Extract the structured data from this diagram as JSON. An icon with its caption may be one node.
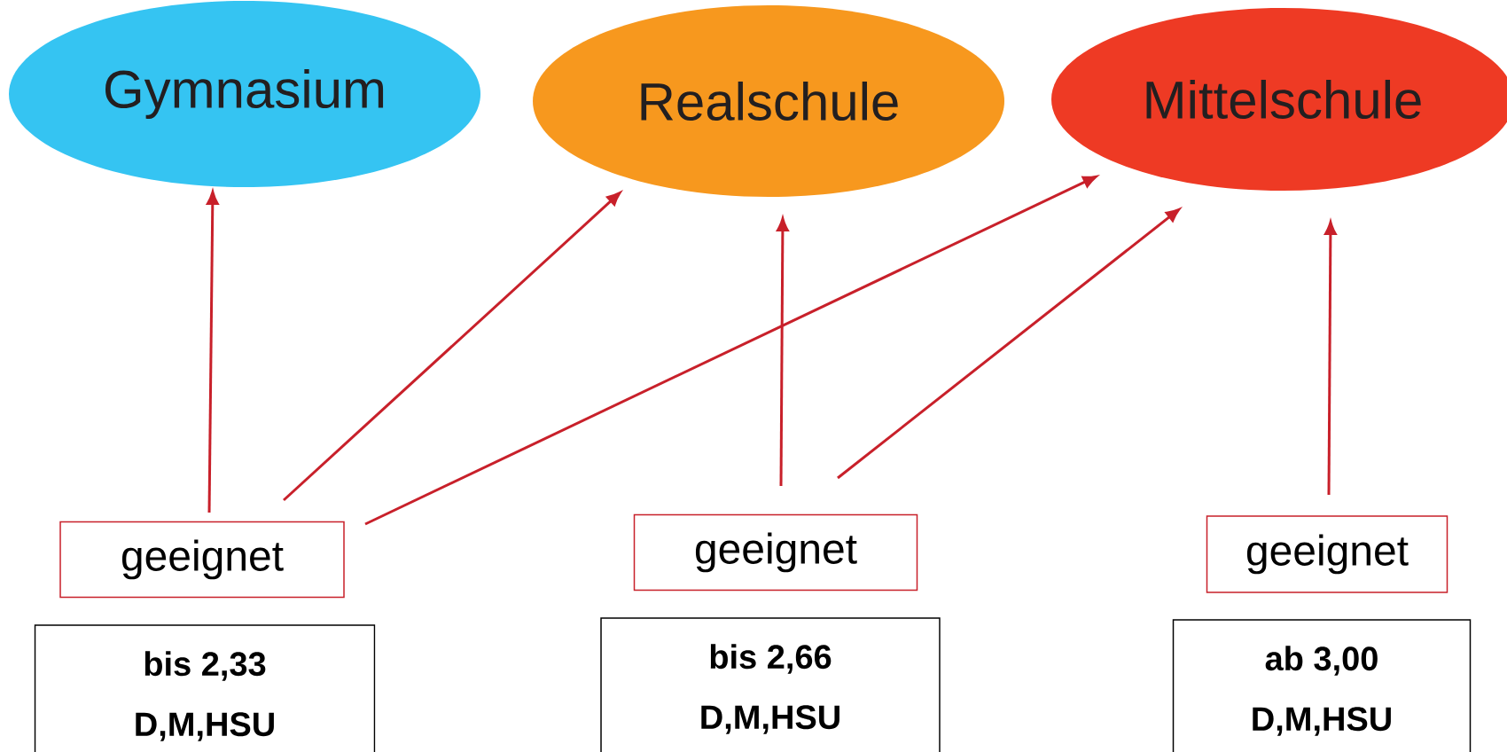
{
  "diagram": {
    "nodes": [
      {
        "text": [
          "Gymnasium"
        ]
      },
      {
        "text": [
          "Realschule"
        ]
      },
      {
        "text": [
          "Mittelschule"
        ]
      },
      {
        "text": [
          "geeignet"
        ]
      },
      {
        "text": [
          "geeignet"
        ]
      },
      {
        "text": [
          "geeignet"
        ]
      },
      {
        "text": [
          "bis 2,33",
          "D,M,HSU"
        ]
      },
      {
        "text": [
          "bis 2,66",
          "D,M,HSU"
        ]
      },
      {
        "text": [
          "ab 3,00",
          "D,M,HSU"
        ]
      }
    ],
    "edges": [
      {
        "from": 3,
        "to": 0,
        "arrow": "to"
      },
      {
        "from": 3,
        "to": 1,
        "arrow": "to"
      },
      {
        "from": 3,
        "to": 2,
        "arrow": "to"
      },
      {
        "from": 4,
        "to": 1,
        "arrow": "to"
      },
      {
        "from": 4,
        "to": 2,
        "arrow": "to"
      },
      {
        "from": 5,
        "to": 2,
        "arrow": "to"
      }
    ]
  }
}
